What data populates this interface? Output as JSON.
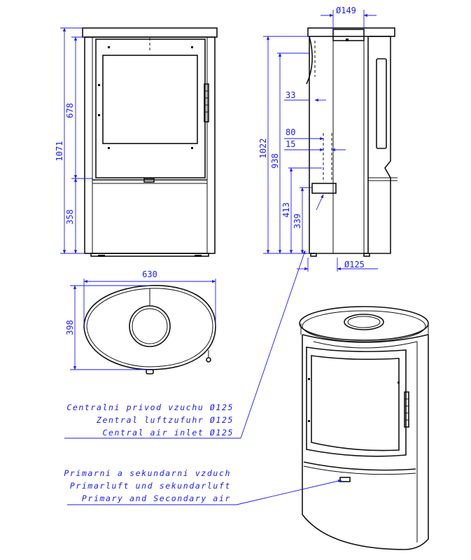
{
  "front_view": {
    "dim_total_height": "1071",
    "dim_door_height": "678",
    "dim_base_height": "358"
  },
  "side_view": {
    "dim_flue_diameter": "Ø149",
    "dim_total_height": "1022",
    "dim_flue_height": "938",
    "dim_offset_33": "33",
    "dim_offset_80": "80",
    "dim_offset_15": "15",
    "dim_inlet_height_413": "413",
    "dim_inlet_height_339": "339",
    "dim_inlet_diameter": "Ø125"
  },
  "top_view": {
    "dim_width": "630",
    "dim_depth": "398"
  },
  "notes": {
    "central_air": [
      "Centralni privod vzuchu Ø125",
      "Zentral luftzufuhr Ø125",
      "Central air inlet Ø125"
    ],
    "primary_air": [
      "Primarni a sekundarni vzduch",
      "Primarluft und sekundarluft",
      "Primary and Secondary air"
    ]
  },
  "colors": {
    "dimension": "#1a1aff",
    "outline": "#111111"
  }
}
